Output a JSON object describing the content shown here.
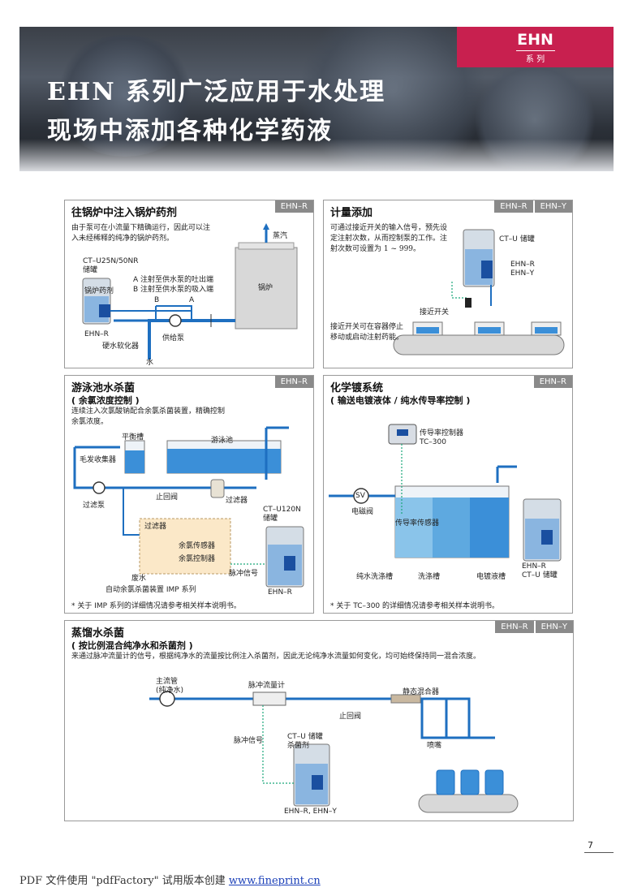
{
  "header": {
    "title_line1": "EHN 系列广泛应用于水处理",
    "title_line2": "现场中添加各种化学药液",
    "tag_main": "EHN",
    "tag_sub": "系 列"
  },
  "panel_boiler": {
    "title": "往锅炉中注入锅炉药剂",
    "tags": [
      "EHN–R"
    ],
    "desc": "由于泵可在小流量下精确运行，因此可以注入未经稀释的纯净的锅炉药剂。",
    "tank_label": "CT–U25N/50NR\n储罐",
    "note_a": "A 注射至供水泵的吐出端",
    "note_b": "B 注射至供水泵的吸入端",
    "chem_label": "锅炉药剂",
    "pump_label": "EHN–R",
    "softener_label": "硬水软化器",
    "feed_pump_label": "供给泵",
    "water_label": "水",
    "steam_label": "蒸汽",
    "boiler_label": "锅炉",
    "a_mark": "A",
    "b_mark": "B"
  },
  "panel_metering": {
    "title": "计量添加",
    "tags": [
      "EHN–R",
      "EHN–Y"
    ],
    "desc": "可通过接近开关的输入信号，预先设定注射次数，从而控制泵的工作。注射次数可设置为 1 ~ 999。",
    "tank_label": "CT–U 储罐",
    "pump_label": "EHN–R\nEHN–Y",
    "switch_label": "接近开关",
    "stop_note": "接近开关可在容器停止移动或启动注射药能。"
  },
  "panel_pool": {
    "title": "游泳池水杀菌",
    "subtitle": "( 余氯浓度控制 )",
    "desc": "连续注入次氯酸钠配合余氯杀菌装置，精确控制余氯浓度。",
    "tags": [
      "EHN–R"
    ],
    "balance_tank": "平衡槽",
    "pool": "游泳池",
    "hair_collector": "毛发收集器",
    "filter_pump": "过滤泵",
    "check_valve": "止回阀",
    "filter": "过滤器",
    "tank_label": "CT–U120N\n储罐",
    "box_filter": "过滤器",
    "sensor": "余氯传感器",
    "controller": "余氯控制器",
    "waste": "废水",
    "pulse": "脉冲信号",
    "device": "自动余氯杀菌装置 IMP 系列",
    "pump_label": "EHN–R",
    "note": "* 关于 IMP 系列的详细情况请参考相关样本说明书。"
  },
  "panel_plating": {
    "title": "化学镀系统",
    "subtitle": "( 输送电镀液体 / 纯水传导率控制 )",
    "tags": [
      "EHN–R"
    ],
    "controller": "传导率控制器\nTC–300",
    "valve": "电磁阀",
    "sv": "SV",
    "sensor": "传导率传感器",
    "tank1": "纯水洗涤槽",
    "tank2": "洗涤槽",
    "tank3": "电镀液槽",
    "pump_label": "EHN–R\nCT–U 储罐",
    "note": "* 关于 TC–300 的详细情况请参考相关样本说明书。"
  },
  "panel_distilled": {
    "title": "蒸馏水杀菌",
    "subtitle": "( 按比例混合纯净水和杀菌剂 )",
    "tags": [
      "EHN–R",
      "EHN–Y"
    ],
    "desc": "来通过脉冲流量计的信号，根据纯净水的流量按比例注入杀菌剂，因此无论纯净水流量如何变化，均可始终保持同一混合浓度。",
    "main_pipe": "主流管\n(纯净水)",
    "flowmeter": "脉冲流量计",
    "mixer": "静态混合器",
    "check_valve": "止回阀",
    "pulse": "脉冲信号",
    "tank_label": "CT–U 储罐\n杀菌剂",
    "nozzle": "喷嘴",
    "pump_label": "EHN–R, EHN–Y"
  },
  "page_number": "7",
  "footer": {
    "prefix": "PDF 文件使用 \"pdfFactory\" 试用版本创建 ",
    "link": "www.fineprint.cn"
  },
  "colors": {
    "accent": "#c8204f",
    "pipe": "#1e6fc0",
    "water": "#3b8fd8",
    "tag": "#8a8a8a"
  }
}
